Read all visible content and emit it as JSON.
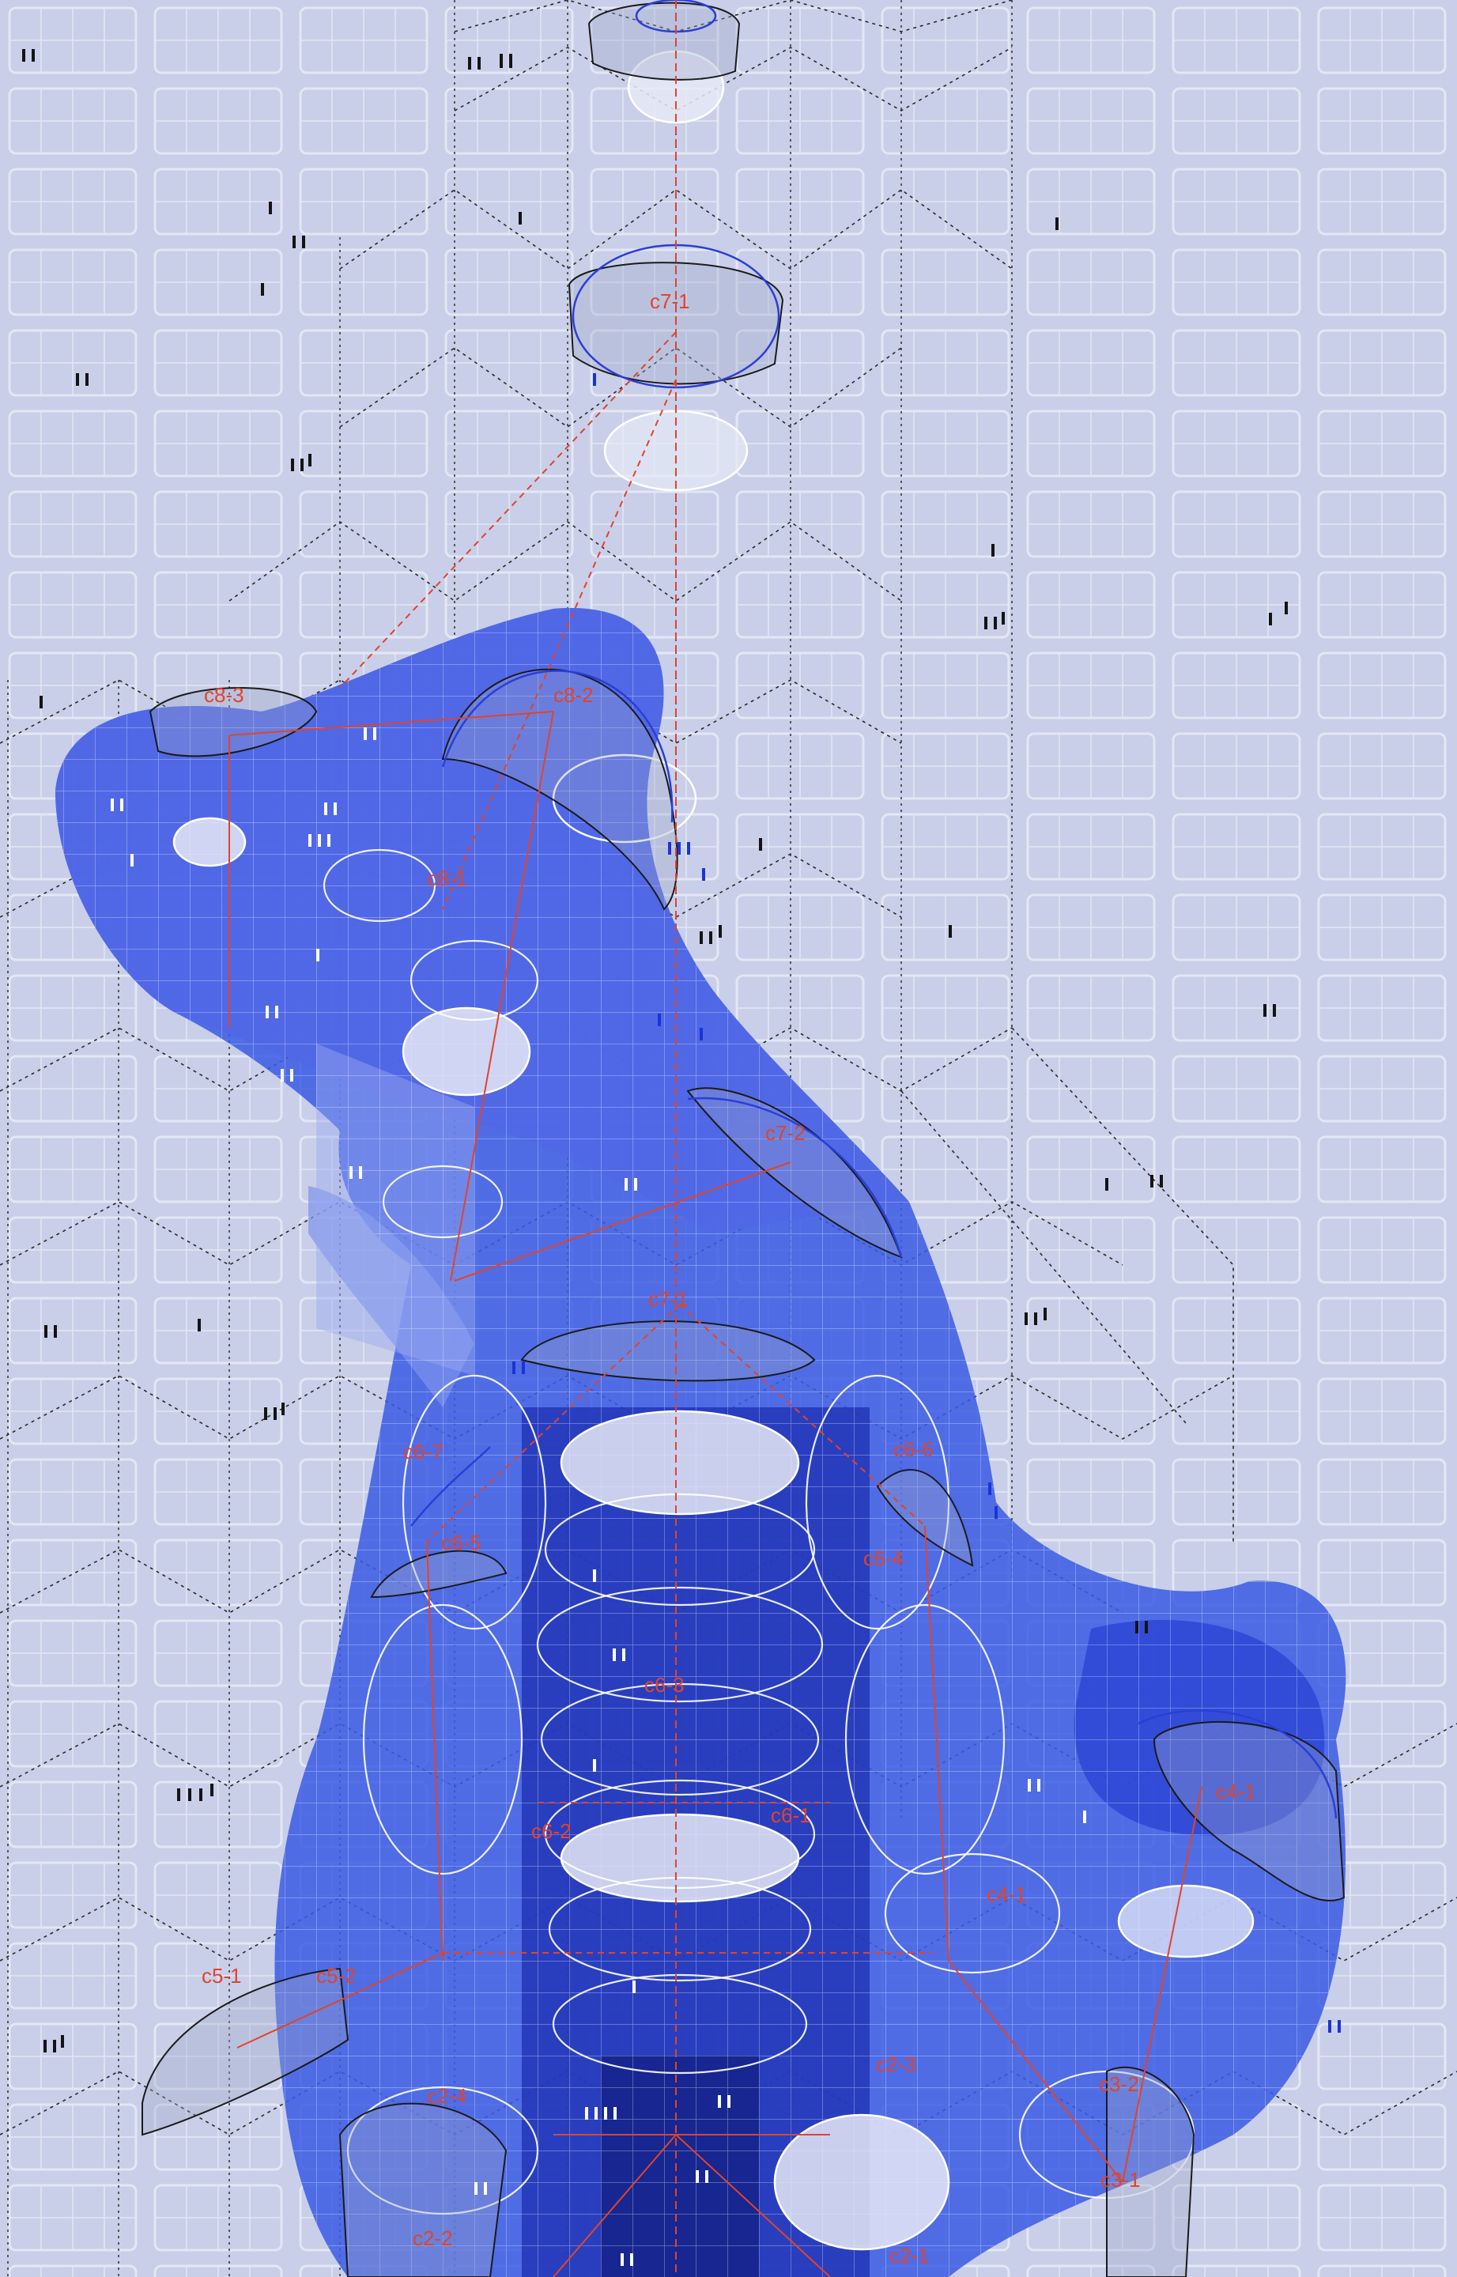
{
  "colors": {
    "background": "#c9cfe8",
    "grid_light": "#e3e7f5",
    "wire": "#2a2a2a",
    "blue_dark": "#1f3fd0",
    "blue_mid": "#3b5ae6",
    "blue_light": "#7e93ee",
    "label": "#e0442c",
    "figure": "#141414"
  },
  "labels": {
    "c7_1": "c7-1",
    "c8_3": "c8-3",
    "c8_2": "c8-2",
    "c8_1": "c8-1",
    "c7_2": "c7-2",
    "c7_1b": "c7-1",
    "c6_7": "c6-7",
    "c6_6": "c6-6",
    "c6_5": "c6-5",
    "c6_4": "c6-4",
    "c6_3": "c6-3",
    "c6_2": "c6-2",
    "c6_1": "c6-1",
    "c4_1": "c4-1",
    "c4_1b": "c4-1",
    "c5_1": "c5-1",
    "c5_2": "c5-2",
    "c2_4": "c2-4",
    "c2_3": "c2-3",
    "c3_2": "c3-2",
    "c3_1": "c3-1",
    "c2_2": "c2-2",
    "c2_1": "c2-1"
  }
}
